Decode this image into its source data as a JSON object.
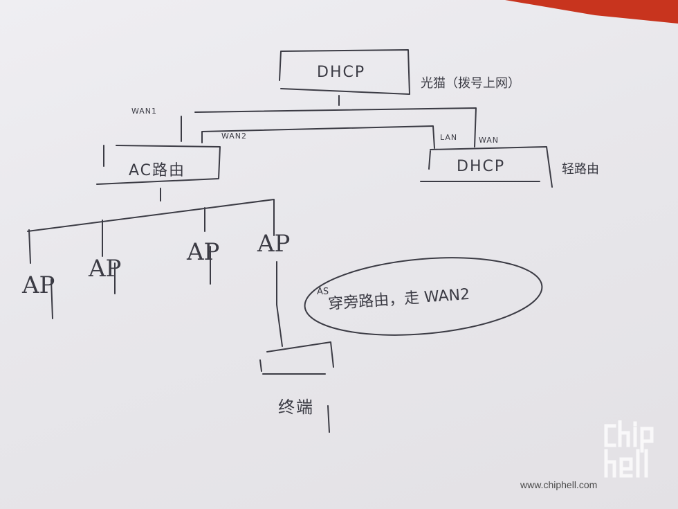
{
  "nodes": {
    "optical_modem": {
      "box_label": "DHCP",
      "side_label": "光猫（拨号上网）"
    },
    "ac_router": {
      "box_label": "AC路由"
    },
    "secondary_router": {
      "box_label": "DHCP",
      "side_label": "轻路由"
    },
    "ap_1": {
      "label": "AP"
    },
    "ap_2": {
      "label": "AP"
    },
    "ap_3": {
      "label": "AP"
    },
    "ap_4": {
      "label": "AP"
    },
    "terminal": {
      "label": "终端"
    }
  },
  "ports": {
    "wan1": "WAN1",
    "wan2": "WAN2",
    "lan": "LAN",
    "wan": "WAN"
  },
  "annotation": {
    "mark": "AS",
    "text": "穿旁路由，走 WAN2"
  },
  "watermark": {
    "url": "www.chiphell.com",
    "logo": "chip hell"
  },
  "colors": {
    "ink": "#3b3b44",
    "corner": "#c8341e"
  }
}
